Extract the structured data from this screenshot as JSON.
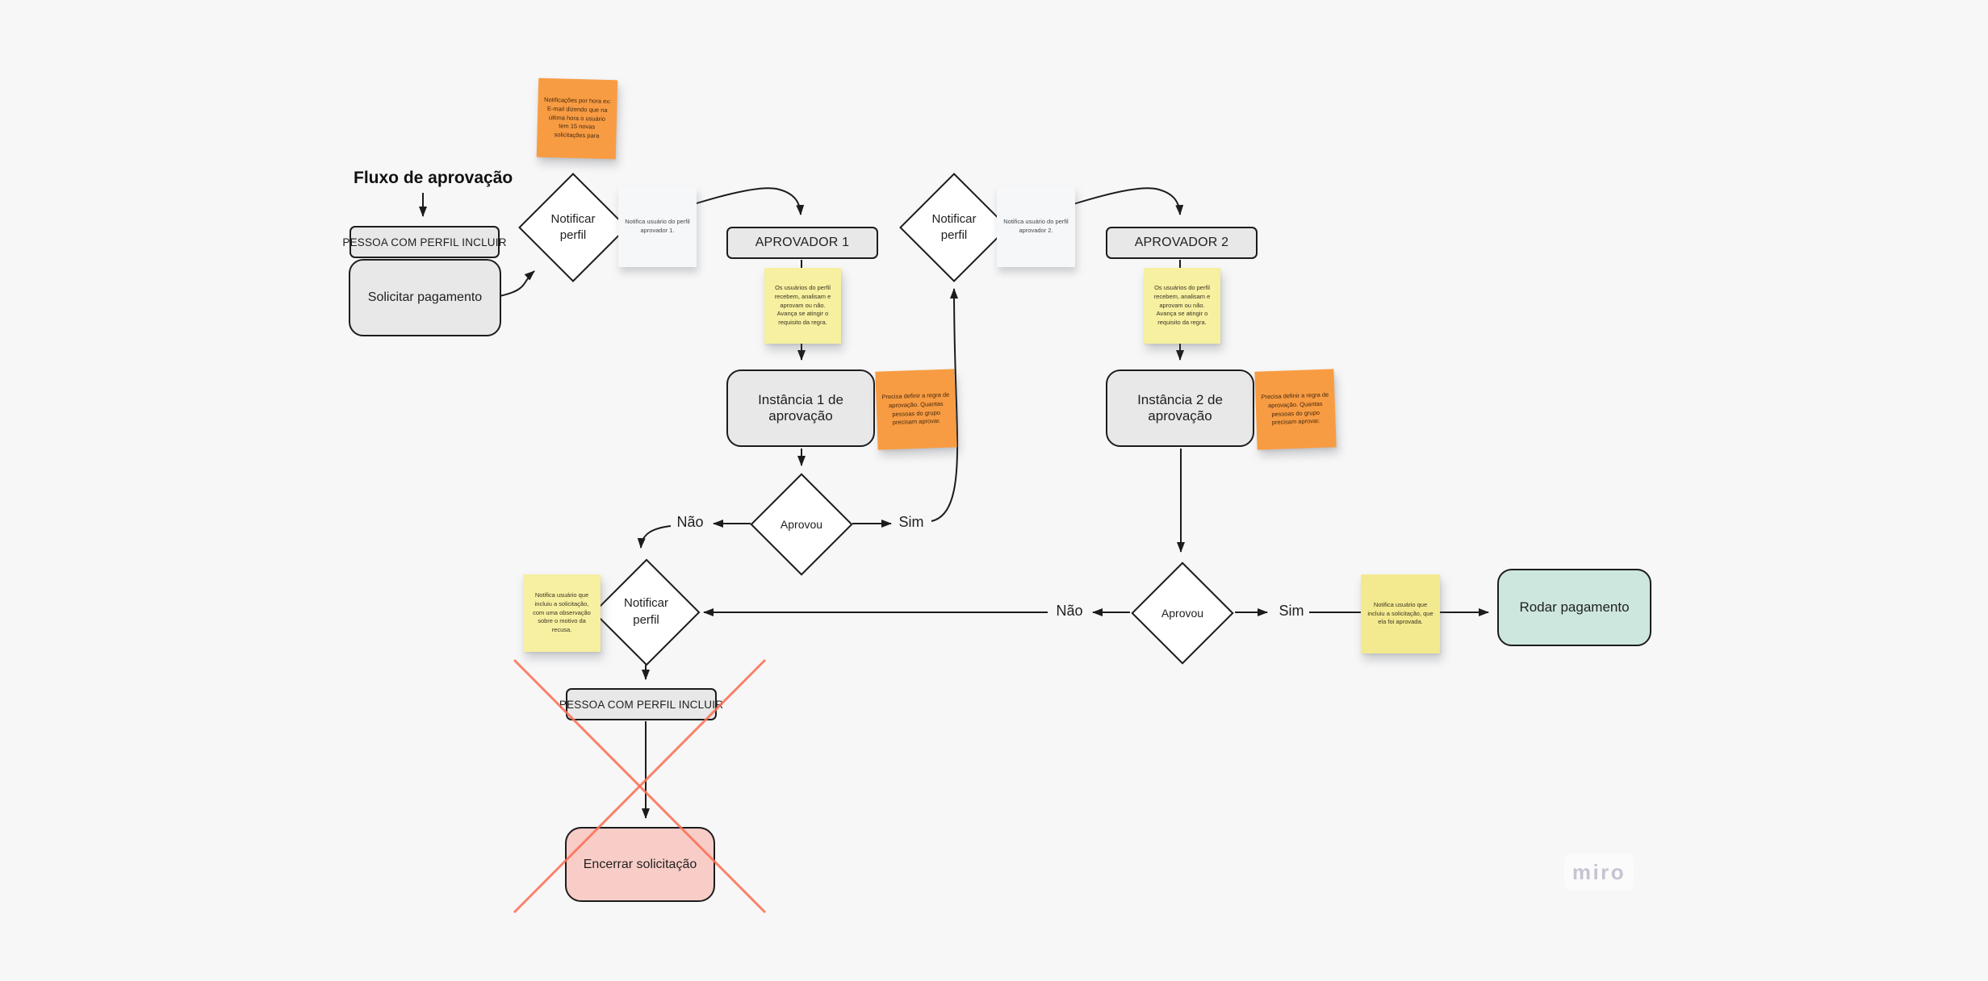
{
  "board": {
    "title": "Fluxo de aprovação",
    "watermark": "miro",
    "background": "#F7F7F7"
  },
  "palette": {
    "shape_fill": "#E8E8E8",
    "shape_border": "#1C1C1E",
    "diamond_fill": "#FFFFFF",
    "sticky_orange": "#F89C43",
    "sticky_yellow": "#F6F0A0",
    "sticky_light_gray": "#F5F7F8",
    "terminal_green": "#CDE7DE",
    "terminal_red": "#F9CDC7",
    "cross_red": "#FB7158",
    "connector": "#1C1C1E",
    "watermark_gray": "#C4C4D2"
  },
  "nodes": {
    "pessoa_incluir_1": "PESSOA COM PERFIL INCLUIR",
    "solicitar_pagamento": "Solicitar pagamento",
    "notificar_perfil_1": "Notificar\nperfil",
    "aprovador_1": "APROVADOR 1",
    "instancia_1": "Instância 1 de aprovação",
    "aprovou_1": "Aprovou",
    "notificar_perfil_2": "Notificar\nperfil",
    "aprovador_2": "APROVADOR 2",
    "instancia_2": "Instância 2 de aprovação",
    "aprovou_2": "Aprovou",
    "notificar_perfil_3": "Notificar\nperfil",
    "pessoa_incluir_2": "PESSOA COM PERFIL INCLUIR",
    "rodar_pagamento": "Rodar pagamento",
    "encerrar_solicitacao": "Encerrar solicitação"
  },
  "edge_labels": {
    "nao_1": "Não",
    "sim_1": "Sim",
    "nao_2": "Não",
    "sim_2": "Sim"
  },
  "stickies": {
    "notificacoes_hora": "Notificações por hora ex: E-mail dizendo que na última hora o usuário tem 15 novas solicitações para",
    "notifica_aprovador_1": "Notifica usuário do perfil aprovador 1.",
    "notifica_aprovador_2": "Notifica usuário do perfil aprovador 2.",
    "usuarios_recebem_1": "Os usuários do perfil recebem, analisam e aprovam ou não. Avança se atingir o requisito da regra.",
    "usuarios_recebem_2": "Os usuários do perfil recebem, analisam e aprovam ou não. Avança se atingir o requisito da regra.",
    "regra_aprovacao_1": "Precisa definir a regra de aprovação. Quantas pessoas do grupo precisam aprovar.",
    "regra_aprovacao_2": "Precisa definir a regra de aprovação. Quantas pessoas do grupo precisam aprovar.",
    "notifica_aprovada": "Notifica usuário que incluiu a solicitação, que ela foi aprovada.",
    "notifica_recusa": "Notifica usuário que incluiu a solicitação, com uma observação sobre o motivo da recusa."
  }
}
